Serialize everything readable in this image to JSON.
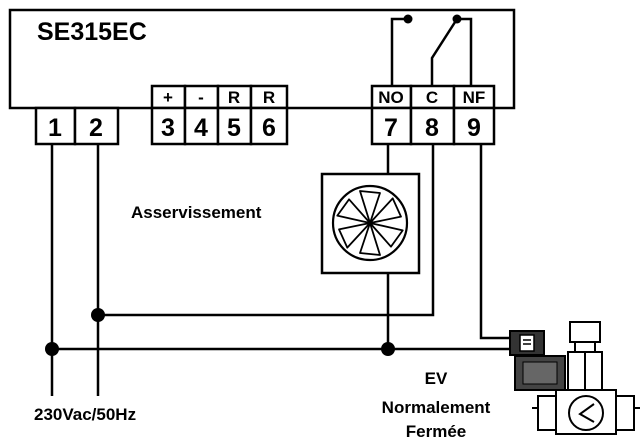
{
  "title": "SE315EC",
  "terminals": [
    {
      "number": "1",
      "label": ""
    },
    {
      "number": "2",
      "label": ""
    },
    {
      "number": "3",
      "label": "+"
    },
    {
      "number": "4",
      "label": "-"
    },
    {
      "number": "5",
      "label": "R"
    },
    {
      "number": "6",
      "label": "R"
    },
    {
      "number": "7",
      "label": "NO"
    },
    {
      "number": "8",
      "label": "C"
    },
    {
      "number": "9",
      "label": "NF"
    }
  ],
  "fan_label": "Asservissement",
  "supply_label": "230Vac/50Hz",
  "valve_label": [
    "EV",
    "Normalement",
    "Fermée"
  ]
}
